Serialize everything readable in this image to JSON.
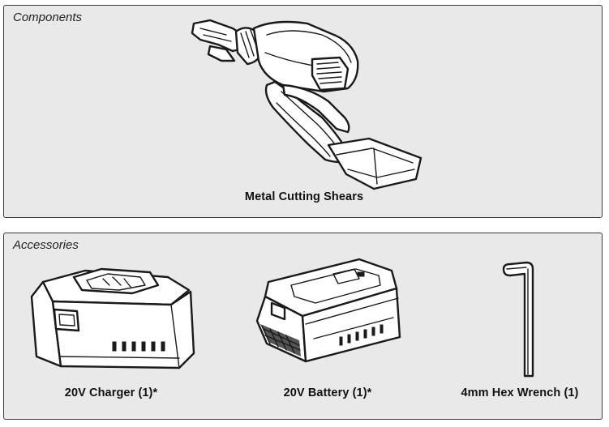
{
  "components": {
    "title": "Components",
    "items": [
      {
        "label": "Metal Cutting Shears"
      }
    ]
  },
  "accessories": {
    "title": "Accessories",
    "items": [
      {
        "label": "20V Charger (1)*"
      },
      {
        "label": "20V Battery (1)*"
      },
      {
        "label": "4mm Hex Wrench (1)"
      }
    ]
  }
}
